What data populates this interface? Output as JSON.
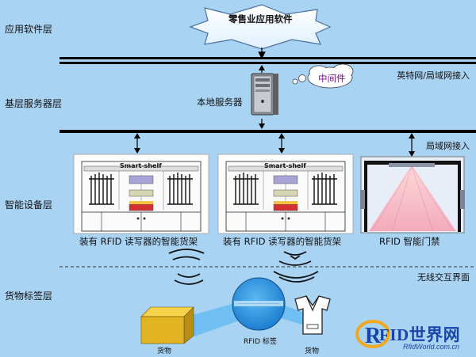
{
  "layers": {
    "application": "应用软件层",
    "server": "基层服务器层",
    "device": "智能设备层",
    "tag": "货物标签层"
  },
  "app_software": "零售业应用软件",
  "local_server": "本地服务器",
  "middleware": "中间件",
  "networks": {
    "internet_lan": "英特网/局域网接入",
    "lan": "局域网接入",
    "wireless": "无线交互界面"
  },
  "shelf_caption": "Smart-shelf",
  "devices": {
    "shelf1": "装有 RFID 读写器的智能货架",
    "shelf2": "装有 RFID 读写器的智能货架",
    "gate": "RFID 智能门禁"
  },
  "tags": {
    "goods1": "货物",
    "rfid_tag": "RFID 标签",
    "goods2": "货物"
  },
  "logo": {
    "main": "FID世界网",
    "sub": "RfidWorld.com.cn"
  }
}
